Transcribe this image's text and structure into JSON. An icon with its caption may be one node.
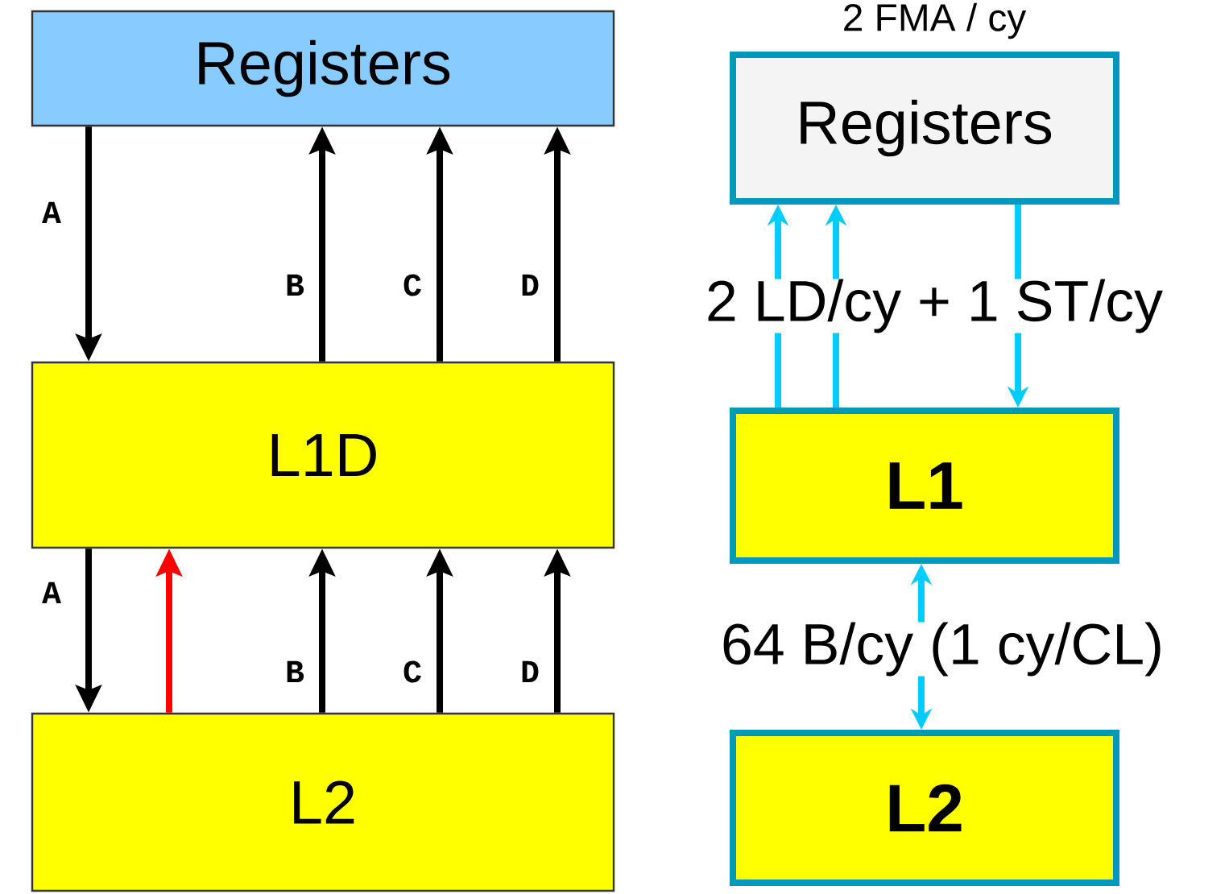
{
  "diagram": {
    "nodes": [
      {
        "text": [
          "Registers"
        ]
      },
      {
        "text": [
          "L1D"
        ]
      },
      {
        "text": [
          "L2"
        ]
      },
      {
        "text": [
          "Registers"
        ]
      },
      {
        "text": [
          "L1"
        ]
      },
      {
        "text": [
          "L2"
        ]
      }
    ],
    "edges": [
      {
        "from": 0,
        "to": 1,
        "arrow": "to",
        "label": "A"
      },
      {
        "from": 1,
        "to": 0,
        "arrow": "to",
        "label": "B"
      },
      {
        "from": 1,
        "to": 0,
        "arrow": "to",
        "label": "C"
      },
      {
        "from": 1,
        "to": 0,
        "arrow": "to",
        "label": "D"
      },
      {
        "from": 1,
        "to": 2,
        "arrow": "to",
        "label": "A"
      },
      {
        "from": 2,
        "to": 1,
        "arrow": "to",
        "color": "#ff0000"
      },
      {
        "from": 2,
        "to": 1,
        "arrow": "to",
        "label": "B"
      },
      {
        "from": 2,
        "to": 1,
        "arrow": "to",
        "label": "C"
      },
      {
        "from": 2,
        "to": 1,
        "arrow": "to",
        "label": "D"
      },
      {
        "from": 4,
        "to": 3,
        "arrow": "to",
        "color": "#00ccff"
      },
      {
        "from": 4,
        "to": 3,
        "arrow": "to",
        "color": "#00ccff"
      },
      {
        "from": 3,
        "to": 4,
        "arrow": "to",
        "color": "#00ccff"
      },
      {
        "from": 4,
        "to": 5,
        "arrow": "both",
        "color": "#00ccff",
        "label": "64 B/cy (1 cy/CL)"
      }
    ],
    "labels": [
      "2 FMA / cy",
      "2 LD/cy + 1 ST/cy"
    ]
  }
}
